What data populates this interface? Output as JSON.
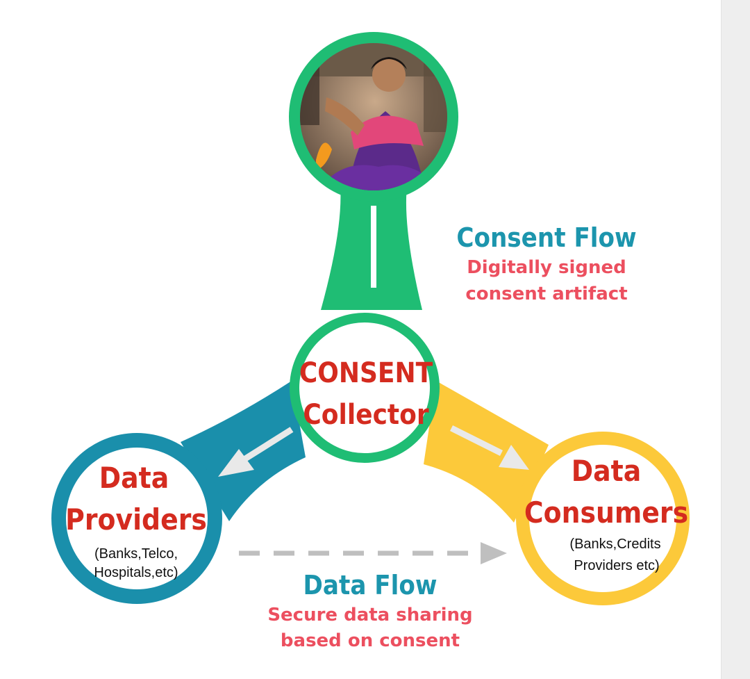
{
  "colors": {
    "green": "#1fbd74",
    "green_dark": "#14a862",
    "teal": "#1a8fab",
    "teal_dark": "#137c97",
    "yellow": "#fcc93a",
    "node_text": "#d42b1f",
    "flow_title": "#1c95ad",
    "flow_sub": "#ec4f5f",
    "arrow": "#e9e9e9",
    "dashed": "#bfbfbf"
  },
  "nodes": {
    "user": {
      "image": "person-photo"
    },
    "collector": {
      "line1": "CONSENT",
      "line2": "Collector"
    },
    "providers": {
      "line1": "Data",
      "line2": "Providers",
      "sub1": "(Banks,Telco,",
      "sub2": "Hospitals,etc)"
    },
    "consumers": {
      "line1": "Data",
      "line2": "Consumers",
      "sub1": "(Banks,Credits",
      "sub2": "Providers etc)"
    }
  },
  "consent_flow": {
    "title": "Consent Flow",
    "sub1": "Digitally signed",
    "sub2": "consent artifact"
  },
  "data_flow": {
    "title": "Data Flow",
    "sub1": "Secure data sharing",
    "sub2": "based on consent"
  },
  "icons": {
    "provider_arrow": "arrow-down-left-icon",
    "consumer_arrow": "arrow-down-right-icon",
    "data_flow_arrow": "dashed-arrow-right-icon"
  }
}
